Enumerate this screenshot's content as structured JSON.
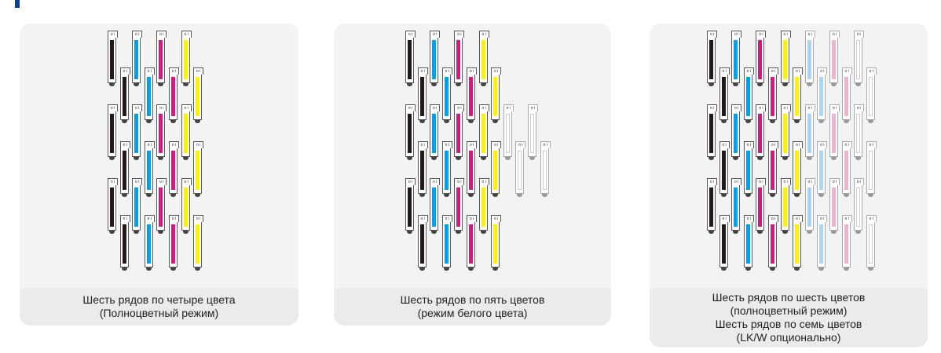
{
  "colors": {
    "K": "#231815",
    "C": "#00a0e9",
    "M": "#d31a7f",
    "Y": "#fff100",
    "LC": "#aad5f3",
    "LM": "#efb3cf",
    "W": "#ffffff"
  },
  "cartridge_label": "o i",
  "panels": [
    {
      "caption": [
        "Шесть рядов по четыре цвета",
        "(Полноцветный режим)"
      ],
      "columns": [
        {
          "color": "K",
          "count": 3
        },
        {
          "color": "K",
          "count": 3
        },
        {
          "color": "C",
          "count": 3
        },
        {
          "color": "C",
          "count": 3
        },
        {
          "color": "M",
          "count": 3
        },
        {
          "color": "M",
          "count": 3
        },
        {
          "color": "Y",
          "count": 3
        },
        {
          "color": "Y",
          "count": 3
        }
      ]
    },
    {
      "caption": [
        "Шесть рядов по пять цветов",
        "(режим белого цвета)"
      ],
      "columns": [
        {
          "color": "K",
          "count": 3
        },
        {
          "color": "K",
          "count": 3
        },
        {
          "color": "C",
          "count": 3
        },
        {
          "color": "C",
          "count": 3
        },
        {
          "color": "M",
          "count": 3
        },
        {
          "color": "M",
          "count": 3
        },
        {
          "color": "Y",
          "count": 3
        },
        {
          "color": "Y",
          "count": 3
        },
        {
          "color": "W",
          "count": 1,
          "skip": 1
        },
        {
          "color": "W",
          "count": 1,
          "skip": 1
        },
        {
          "color": "W",
          "count": 1,
          "skip": 1
        },
        {
          "color": "W",
          "count": 1,
          "skip": 1
        }
      ]
    },
    {
      "caption": [
        "Шесть рядов по шесть цветов",
        "(полноцветный режим)",
        "Шесть рядов по семь цветов",
        "(LK/W опционально)"
      ],
      "columns": [
        {
          "color": "K",
          "count": 3
        },
        {
          "color": "K",
          "count": 3
        },
        {
          "color": "C",
          "count": 3
        },
        {
          "color": "C",
          "count": 3
        },
        {
          "color": "M",
          "count": 3
        },
        {
          "color": "M",
          "count": 3
        },
        {
          "color": "Y",
          "count": 3
        },
        {
          "color": "Y",
          "count": 3
        },
        {
          "color": "LC",
          "count": 3
        },
        {
          "color": "LC",
          "count": 3
        },
        {
          "color": "LM",
          "count": 3
        },
        {
          "color": "LM",
          "count": 3
        },
        {
          "color": "W",
          "count": 3
        },
        {
          "color": "W",
          "count": 3
        }
      ]
    }
  ]
}
